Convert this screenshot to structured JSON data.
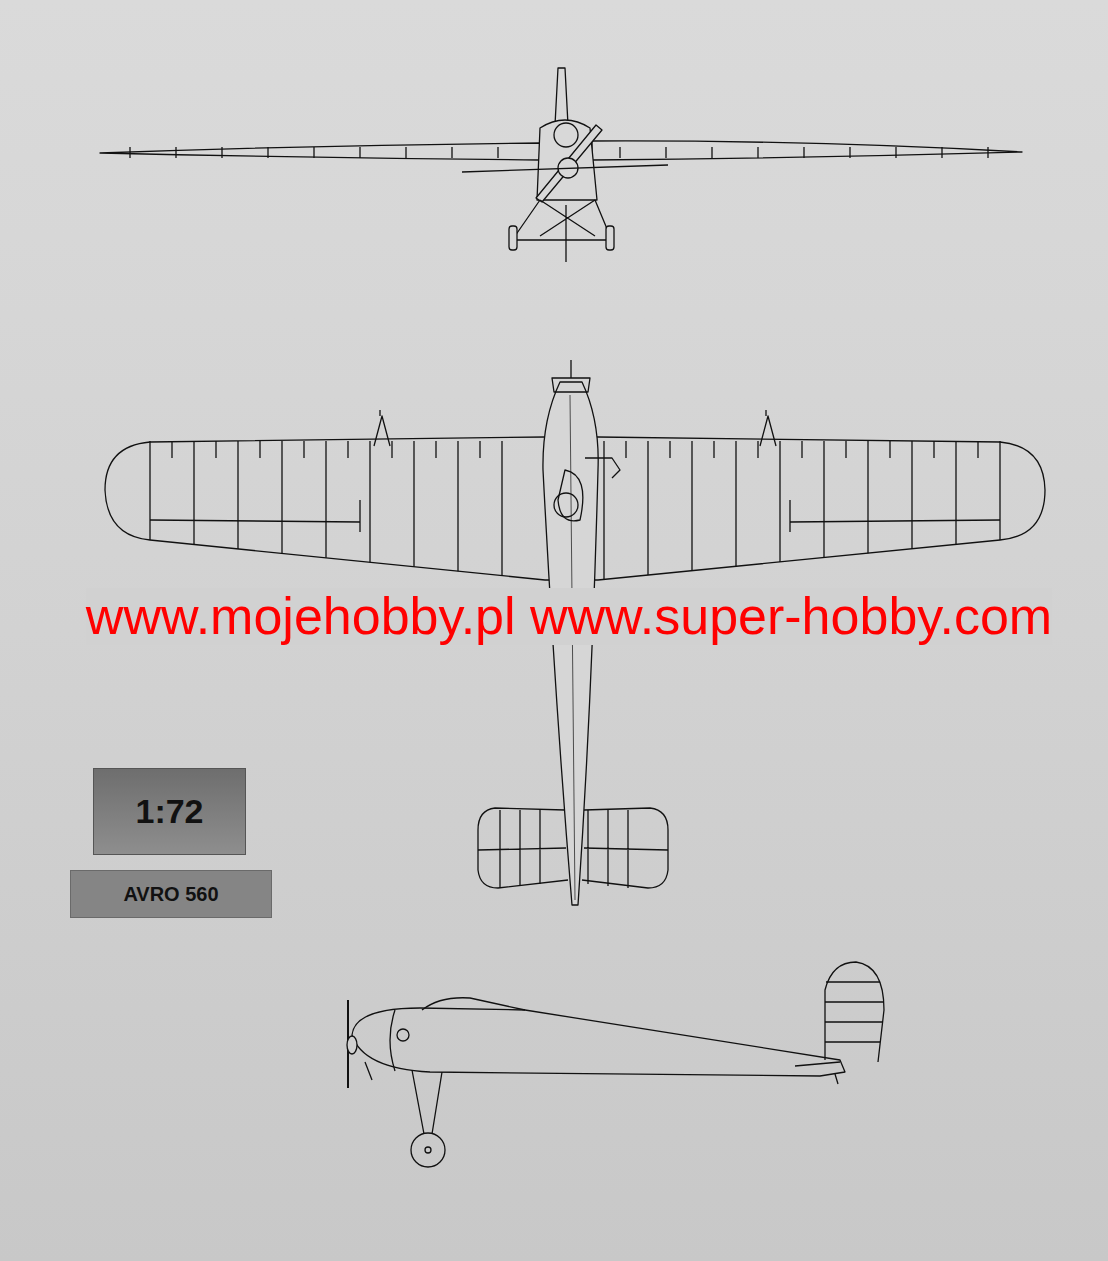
{
  "diagram": {
    "nodes": [
      {
        "text": [
          "1:72"
        ]
      },
      {
        "text": [
          "AVRO 560"
        ]
      }
    ],
    "labels": [
      "www.mojehobby.pl www.super-hobby.com"
    ]
  }
}
